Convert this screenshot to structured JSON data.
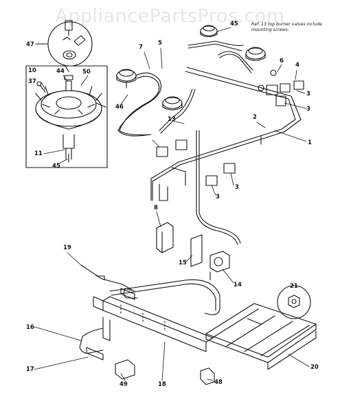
{
  "watermark": "AppliancePartsPros.com",
  "note": "Ref. 13 top burner valves include mounting screws.",
  "callouts": {
    "c47": "47",
    "c10": "10",
    "c37": "37",
    "c44": "44",
    "c50": "50",
    "c11": "11",
    "c45a": "45",
    "c45b": "45",
    "c46": "46",
    "c7": "7",
    "c5": "5",
    "c6": "6",
    "c4": "4",
    "c3a": "3",
    "c3b": "3",
    "c3c": "3",
    "c3d": "3",
    "c2": "2",
    "c1": "1",
    "c13": "13",
    "c8": "8",
    "c19": "19",
    "c15": "15",
    "c14": "14",
    "c21": "21",
    "c16": "16",
    "c17": "17",
    "c49": "49",
    "c18": "18",
    "c48": "48",
    "c20": "20"
  }
}
